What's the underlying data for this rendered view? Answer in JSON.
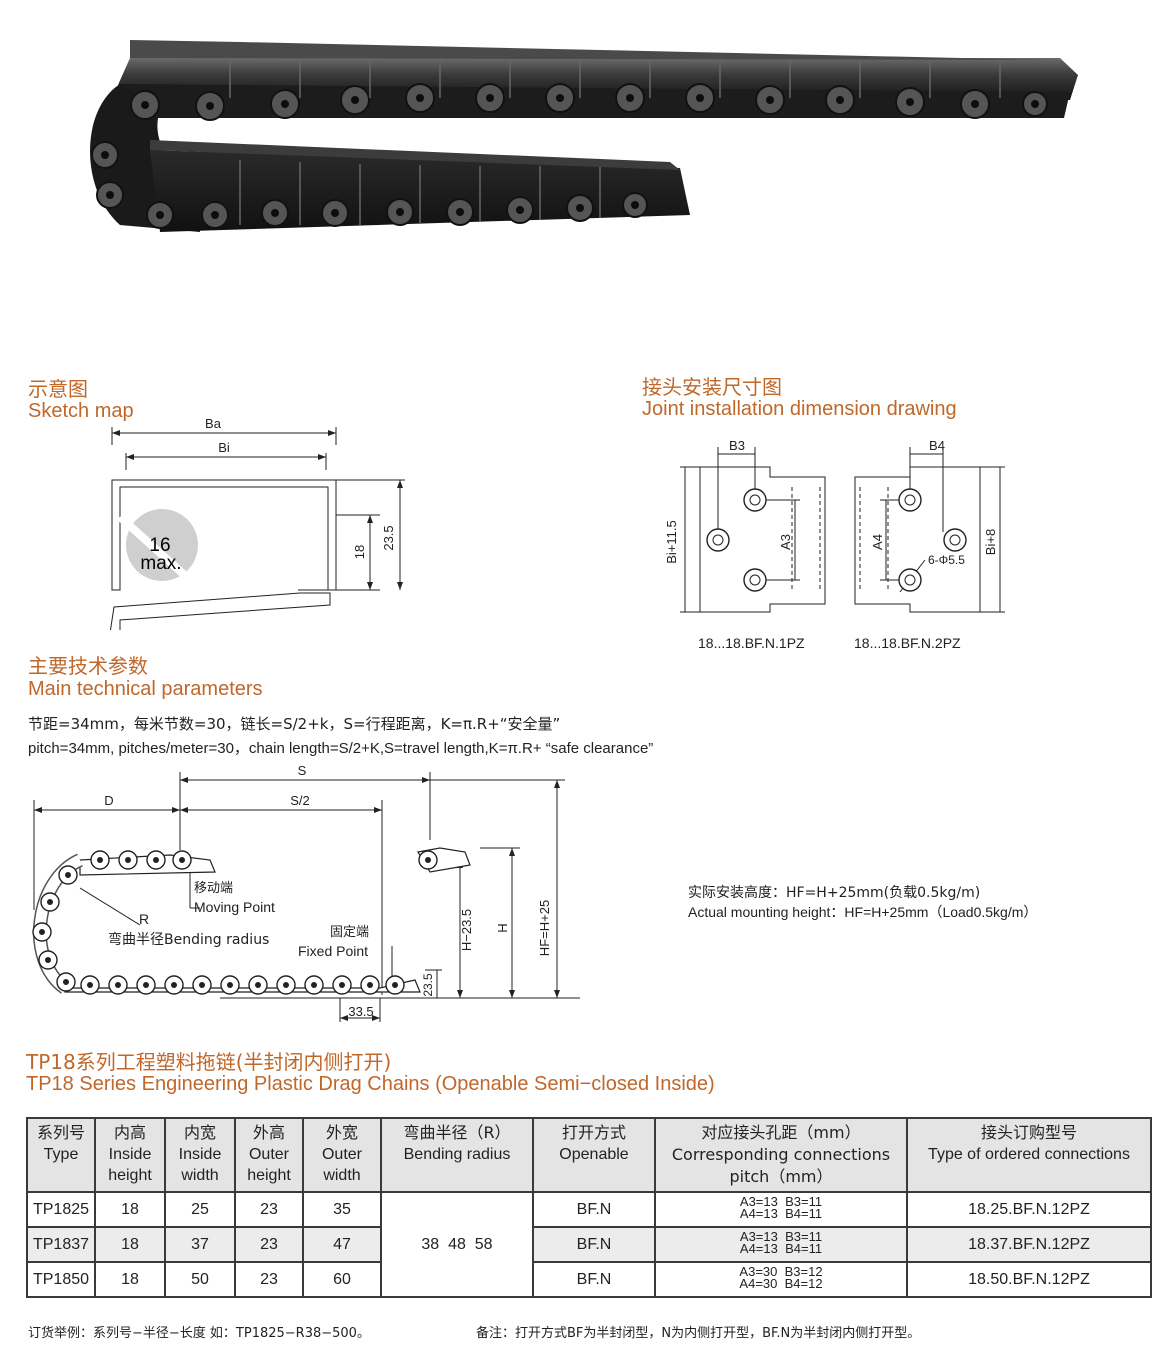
{
  "photo": {
    "alt": "drag-chain-product-photo"
  },
  "sketch": {
    "title_cn": "示意图",
    "title_en": "Sketch map",
    "label_ba": "Ba",
    "label_bi": "Bi",
    "label_16": "16",
    "label_max": "max.",
    "label_18": "18",
    "label_235": "23.5"
  },
  "joint": {
    "title_cn": "接头安装尺寸图",
    "title_en": "Joint installation dimension drawing",
    "label_b3": "B3",
    "label_b4": "B4",
    "label_a3": "A3",
    "label_a4": "A4",
    "label_bi115": "Bi+11.5",
    "label_bi8": "Bi+8",
    "label_hole": "6-Φ5.5",
    "caption_1": "18...18.BF.N.1PZ",
    "caption_2": "18...18.BF.N.2PZ"
  },
  "params": {
    "title_cn": "主要技术参数",
    "title_en": "Main technical parameters",
    "line_cn": "节距=34mm，每米节数=30，链长=S/2+k，S=行程距离，K=π.R+“安全量”",
    "line_en": "pitch=34mm, pitches/meter=30，chain length=S/2+K,S=travel length,K=π.R+ “safe clearance”"
  },
  "diagram": {
    "s": "S",
    "s2": "S/2",
    "d": "D",
    "moving_cn": "移动端",
    "moving_en": "Moving Point",
    "r": "R",
    "bending": "弯曲半径Bending radius",
    "fixed_cn": "固定端",
    "fixed_en": "Fixed Point",
    "h235": "H−23.5",
    "h": "H",
    "hf": "HF=H+25",
    "d235": "23.5",
    "d335": "33.5",
    "height_cn": "实际安装高度：HF=H+25mm(负载0.5kg/m)",
    "height_en": "Actual mounting height：HF=H+25mm（Load0.5kg/m）"
  },
  "series": {
    "title_cn": "TP18系列工程塑料拖链(半封闭内侧打开)",
    "title_en": "TP18 Series Engineering Plastic Drag Chains (Openable Semi−closed Inside)"
  },
  "table": {
    "headers": [
      {
        "cn": "系列号",
        "en": "Type"
      },
      {
        "cn": "内高",
        "en": "Inside height"
      },
      {
        "cn": "内宽",
        "en": "Inside width"
      },
      {
        "cn": "外高",
        "en": "Outer height"
      },
      {
        "cn": "外宽",
        "en": "Outer width"
      },
      {
        "cn": "弯曲半径（R）",
        "en": "Bending radius"
      },
      {
        "cn": "打开方式",
        "en": "Openable"
      },
      {
        "cn": "对应接头孔距（mm）",
        "en": "Corresponding connections pitch（mm）"
      },
      {
        "cn": "接头订购型号",
        "en": "Type of ordered connections"
      }
    ],
    "radius": "38  48  58",
    "rows": [
      {
        "type": "TP1825",
        "ih": "18",
        "iw": "25",
        "oh": "23",
        "ow": "35",
        "open": "BF.N",
        "p1": "A3=13  B3=11",
        "p2": "A4=13  B4=11",
        "order": "18.25.BF.N.12PZ"
      },
      {
        "type": "TP1837",
        "ih": "18",
        "iw": "37",
        "oh": "23",
        "ow": "47",
        "open": "BF.N",
        "p1": "A3=13  B3=11",
        "p2": "A4=13  B4=11",
        "order": "18.37.BF.N.12PZ"
      },
      {
        "type": "TP1850",
        "ih": "18",
        "iw": "50",
        "oh": "23",
        "ow": "60",
        "open": "BF.N",
        "p1": "A3=30  B3=12",
        "p2": "A4=30  B4=12",
        "order": "18.50.BF.N.12PZ"
      }
    ]
  },
  "footer": {
    "example": "订货举例：系列号−半径−长度  如：TP1825−R38−500。",
    "note": "备注：打开方式BF为半封闭型，N为内侧打开型，BF.N为半封闭内侧打开型。"
  }
}
